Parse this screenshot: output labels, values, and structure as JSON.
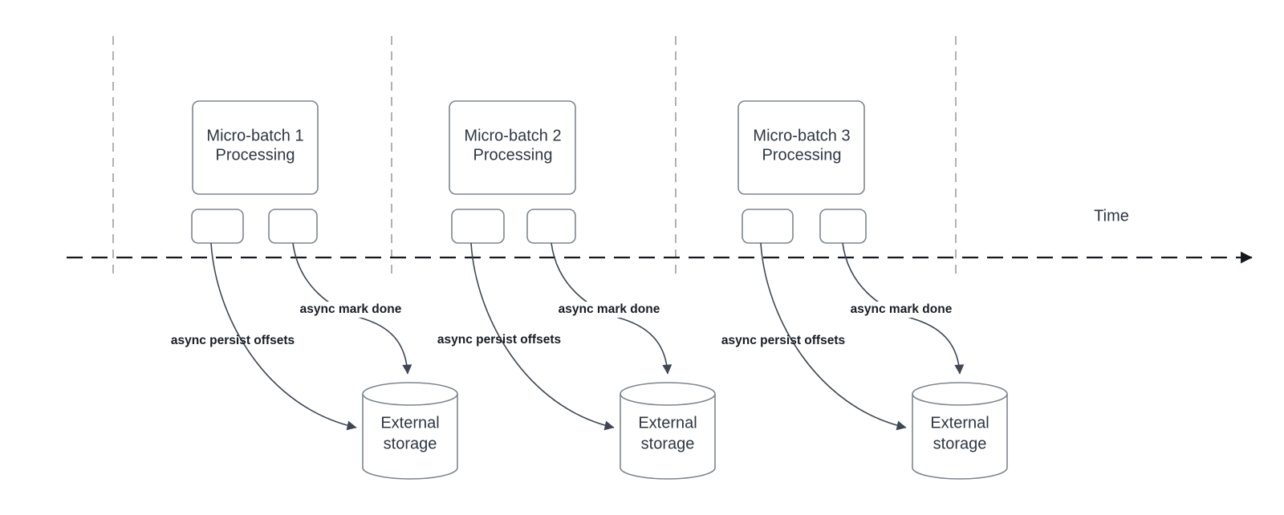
{
  "diagram": {
    "time_axis_label": "Time",
    "groups": [
      {
        "box_label": "Micro-batch 1\nProcessing",
        "persist_label": "async persist offsets",
        "done_label": "async mark done",
        "storage_label": "External\nstorage"
      },
      {
        "box_label": "Micro-batch 2\nProcessing",
        "persist_label": "async persist offsets",
        "done_label": "async mark done",
        "storage_label": "External\nstorage"
      },
      {
        "box_label": "Micro-batch 3\nProcessing",
        "persist_label": "async persist offsets",
        "done_label": "async mark done",
        "storage_label": "External\nstorage"
      }
    ],
    "colors": {
      "background": "#ffffff",
      "node_stroke": "#7d858e",
      "edge_stroke": "#3d4753",
      "axis_stroke": "#15191e",
      "gridline_stroke": "#b1b1b1",
      "text": "#2d3642"
    }
  }
}
